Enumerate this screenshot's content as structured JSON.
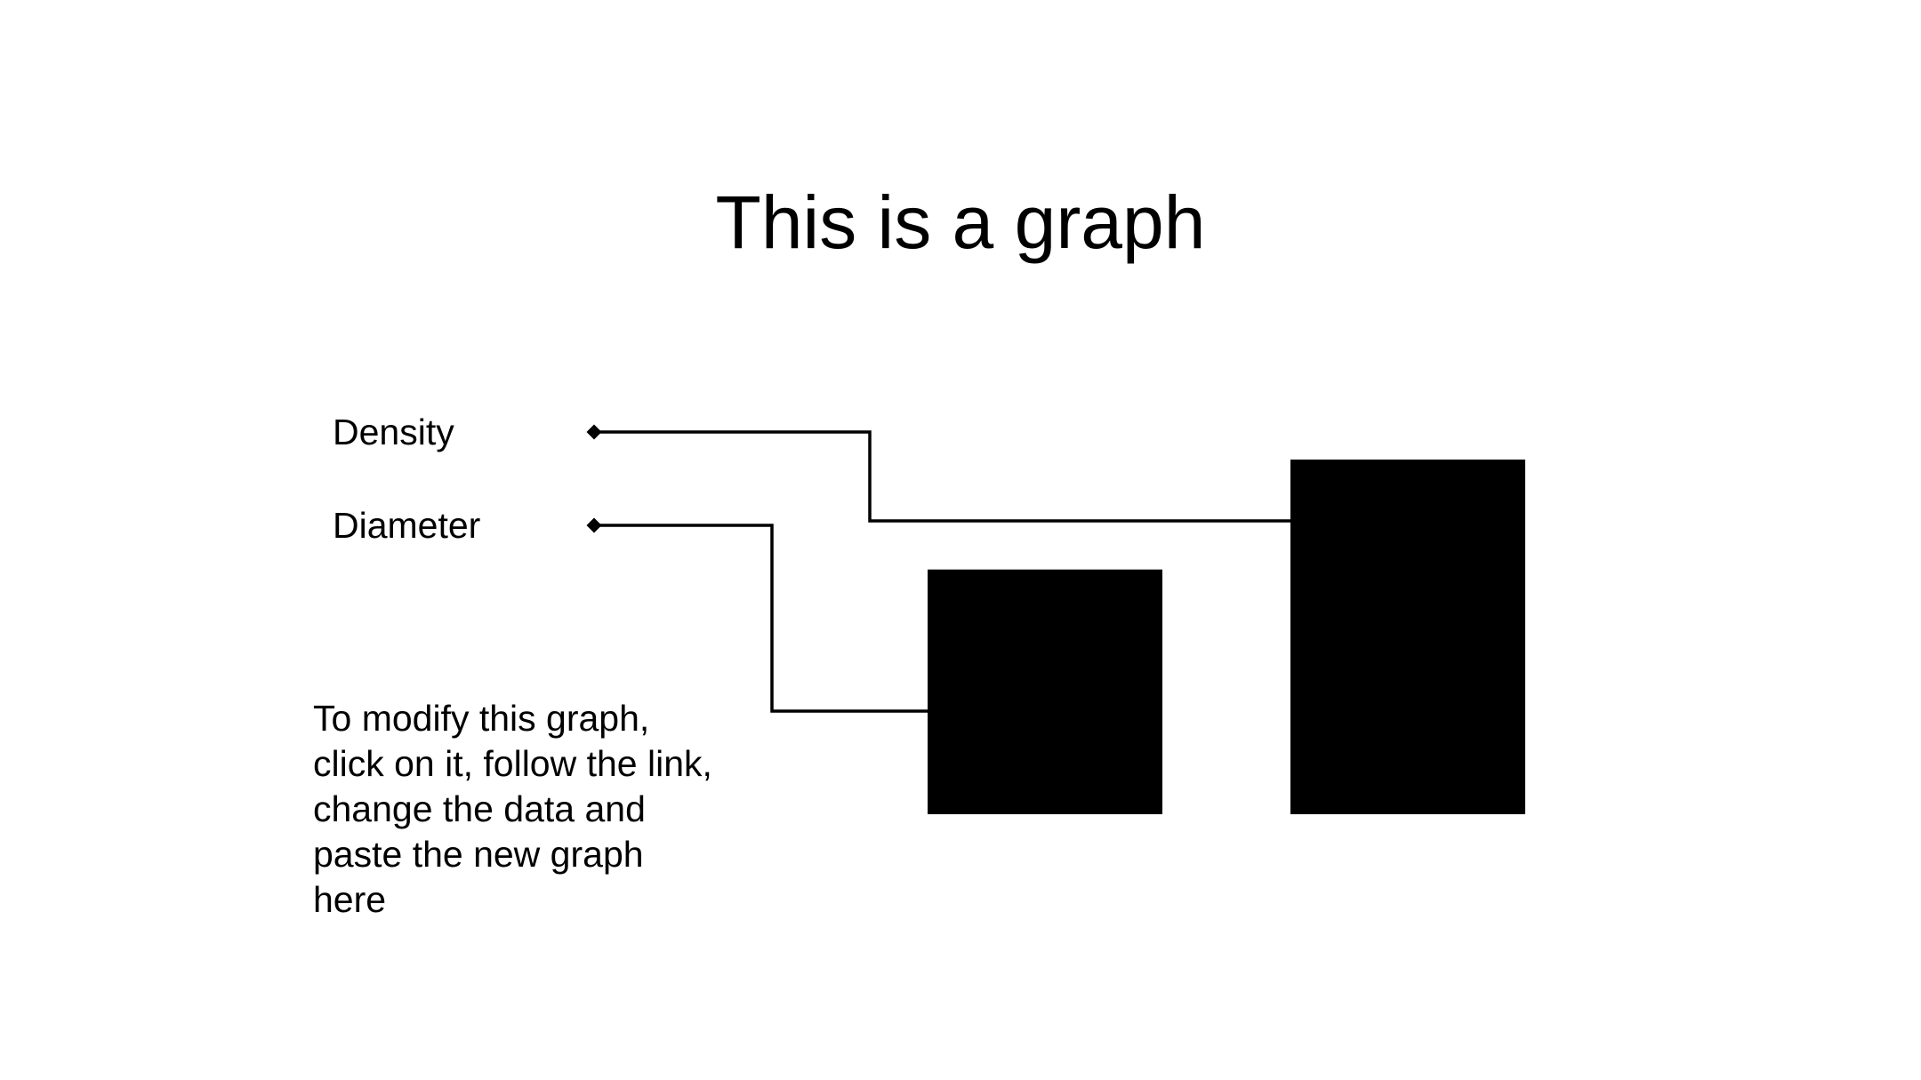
{
  "title": "This is a graph",
  "note": "To modify this graph,\nclick on it, follow the link,\nchange the data and\npaste the new graph\nhere",
  "chart_data": {
    "type": "bar",
    "title": "This is a graph",
    "categories": [
      "",
      ""
    ],
    "series": [
      {
        "name": "Density",
        "values": [
          null,
          100
        ]
      },
      {
        "name": "Diameter",
        "values": [
          69,
          null
        ]
      }
    ],
    "ylim": [
      0,
      100
    ],
    "grid": false,
    "legend": "left",
    "colors": {
      "bar": "#000000",
      "line": "#000000"
    }
  }
}
